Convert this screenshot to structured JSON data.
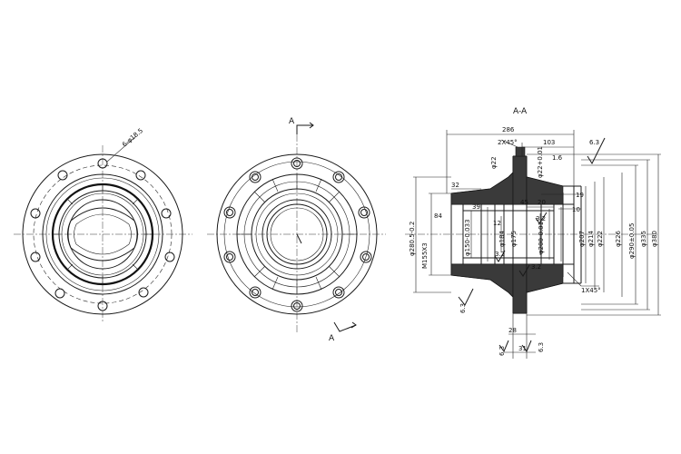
{
  "section_labels": {
    "view_a_top": "A",
    "view_a_bottom": "A",
    "section_title": "A-A"
  },
  "dimensions": {
    "d286": "286",
    "d103": "103",
    "d2x45": "2X45°",
    "r63_top": "6.3",
    "r16": "1.6",
    "d32": "32",
    "d39": "39",
    "d84": "84",
    "d20": "20",
    "d19": "19",
    "d10": "10",
    "d45": "45",
    "d12": "12",
    "r32a": "3.2",
    "r32b": "3.2",
    "r32c": "3.2",
    "d1x45": "1X45°",
    "d28": "28",
    "d31": "31",
    "r63_left": "6.3",
    "r63_b1": "6.3",
    "r63_b2": "6.3",
    "phi22": "φ22",
    "phi22tol": "φ22+0.01",
    "m155": "M155X3",
    "phi280": "φ280.5-0.2",
    "phi150": "φ150-0.033",
    "phi184": "φ184",
    "phi175": "φ175",
    "phi200": "φ200-0.01",
    "phi207": "φ207",
    "phi214": "φ214",
    "phi222": "φ222",
    "phi226": "φ226",
    "phi290": "φ290±0.05",
    "phi335": "φ335",
    "phi380": "φ380",
    "hole_note": "6-φ18.5"
  }
}
